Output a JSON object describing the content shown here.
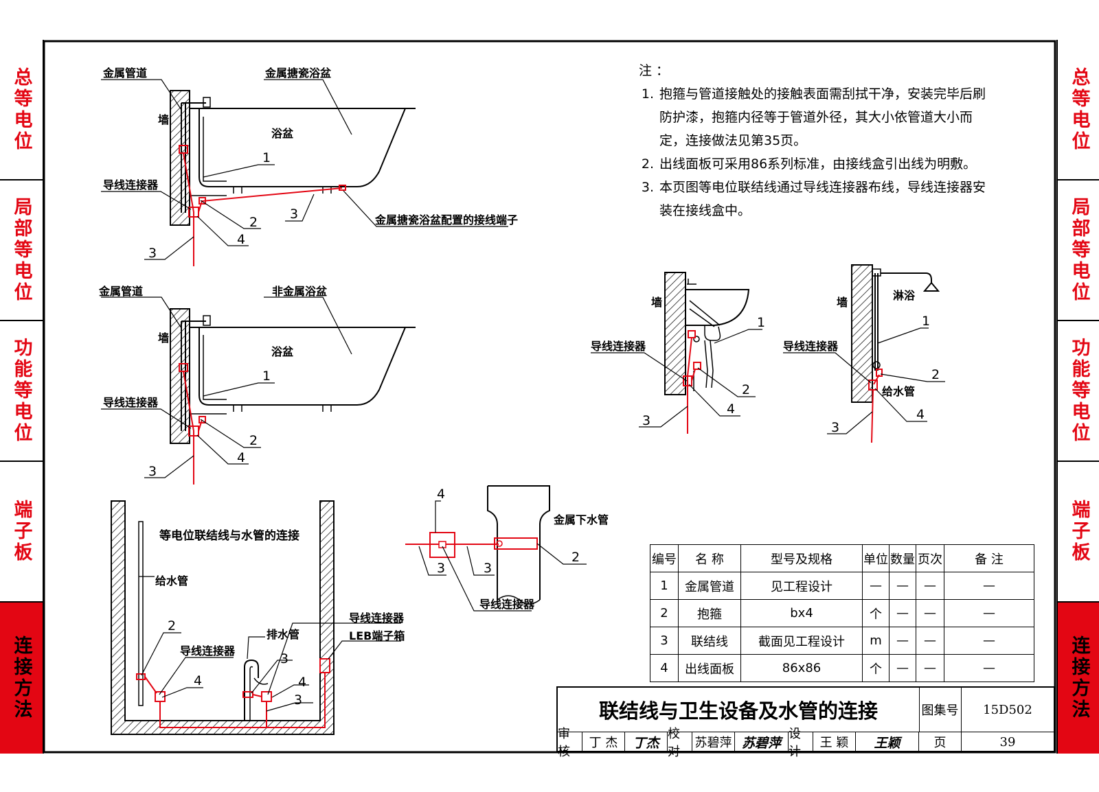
{
  "side_tabs": [
    {
      "label": "总等电位",
      "active": false
    },
    {
      "label": "局部等电位",
      "active": false
    },
    {
      "label": "功能等电位",
      "active": false
    },
    {
      "label": "端子板",
      "active": false
    },
    {
      "label": "连接方法",
      "active": true
    }
  ],
  "notes": {
    "heading": "注 ：",
    "items": [
      {
        "num": "1.",
        "text": "抱箍与管道接触处的接触表面需刮拭干净，安装完毕后刷防护漆，抱箍内径等于管道外径，其大小依管道大小而定，连接做法见第35页。"
      },
      {
        "num": "2.",
        "text": "出线面板可采用86系列标准，由接线盒引出线为明敷。"
      },
      {
        "num": "3.",
        "text": "本页图等电位联结线通过导线连接器布线，导线连接器安装在接线盒中。"
      }
    ]
  },
  "labels": {
    "metal_pipe": "金属管道",
    "enamel_tub": "金属搪瓷浴盆",
    "nonmetal_tub": "非金属浴盆",
    "wall": "墙",
    "tub": "浴盆",
    "connector": "导线连接器",
    "tub_terminal": "金属搪瓷浴盆配置的接线端子",
    "shower": "淋浴",
    "water_supply": "给水管",
    "box_title": "等电位联结线与水管的连接",
    "drain_pipe": "排水管",
    "leb_box": "LEB端子箱",
    "downpipe": "金属下水管",
    "n1": "1",
    "n2": "2",
    "n3": "3",
    "n4": "4"
  },
  "table": {
    "headers": [
      "编号",
      "名 称",
      "型号及规格",
      "单位",
      "数量",
      "页次",
      "备 注"
    ],
    "rows": [
      [
        "1",
        "金属管道",
        "见工程设计",
        "—",
        "—",
        "—",
        "—"
      ],
      [
        "2",
        "抱箍",
        "bx4",
        "个",
        "—",
        "—",
        "—"
      ],
      [
        "3",
        "联结线",
        "截面见工程设计",
        "m",
        "—",
        "—",
        "—"
      ],
      [
        "4",
        "出线面板",
        "86x86",
        "个",
        "—",
        "—",
        "—"
      ]
    ]
  },
  "title_block": {
    "title": "联结线与卫生设备及水管的连接",
    "atlas_label": "图集号",
    "atlas_no": "15D502",
    "review_label": "审核",
    "reviewer": "丁 杰",
    "reviewer_sig": "丁杰",
    "check_label": "校对",
    "checker": "苏碧萍",
    "checker_sig": "苏碧萍",
    "design_label": "设计",
    "designer": "王 颖",
    "designer_sig": "王颖",
    "page_label": "页",
    "page_no": "39"
  },
  "colors": {
    "accent": "#e30613",
    "line": "#000000"
  }
}
